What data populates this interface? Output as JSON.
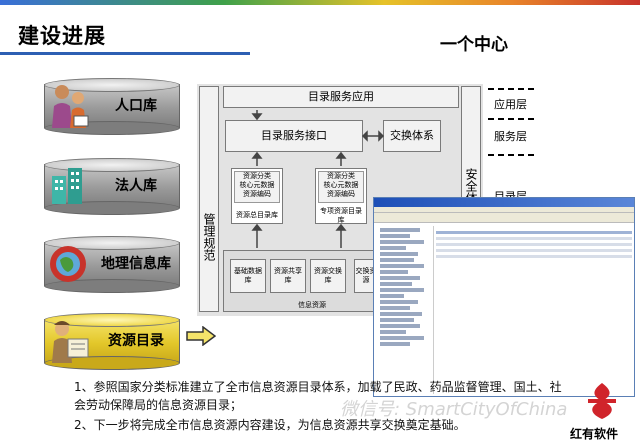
{
  "page": {
    "title": "建设进展",
    "center_title": "一个中心"
  },
  "databases": [
    {
      "label": "人口库",
      "icon": "family-icon",
      "style": "gray"
    },
    {
      "label": "法人库",
      "icon": "building-icon",
      "style": "gray"
    },
    {
      "label": "地理信息库",
      "icon": "globe-icon",
      "style": "gray"
    },
    {
      "label": "资源目录",
      "icon": "scroll-person-icon",
      "style": "gold"
    }
  ],
  "architecture": {
    "top": "目录服务应用",
    "left_side": "管理规范",
    "right_side": "安全体",
    "interface": "目录服务接口",
    "exchange": "交换体系",
    "left_block": "资源分类\n核心元数据\n资源编码",
    "left_block_footer": "资源总目录库",
    "right_block": "资源分类\n核心元数据\n资源编码",
    "right_block_footer": "专项资源目录库",
    "resource_boxes": [
      "基础数据库",
      "资源共享库",
      "资源交换库"
    ],
    "partial_box": "交换资源",
    "resources_label": "信息资源"
  },
  "layers": {
    "application": "应用层",
    "service": "服务层",
    "catalog": "目录层"
  },
  "description": {
    "line1": "1、参照国家分类标准建立了全市信息资源目录体系，加载了民政、药品监督管理、国土、社",
    "line2": "会劳动保障局的信息资源目录；",
    "line3": "2、下一步将完成全市信息资源内容建设，为信息资源共享交换奠定基础。"
  },
  "watermark": "微信号: SmartCityOfChina",
  "brand": "红有软件",
  "colors": {
    "accent_blue": "#2d5fb3",
    "gold": "#e3c72a",
    "logo_red": "#d0242b"
  }
}
